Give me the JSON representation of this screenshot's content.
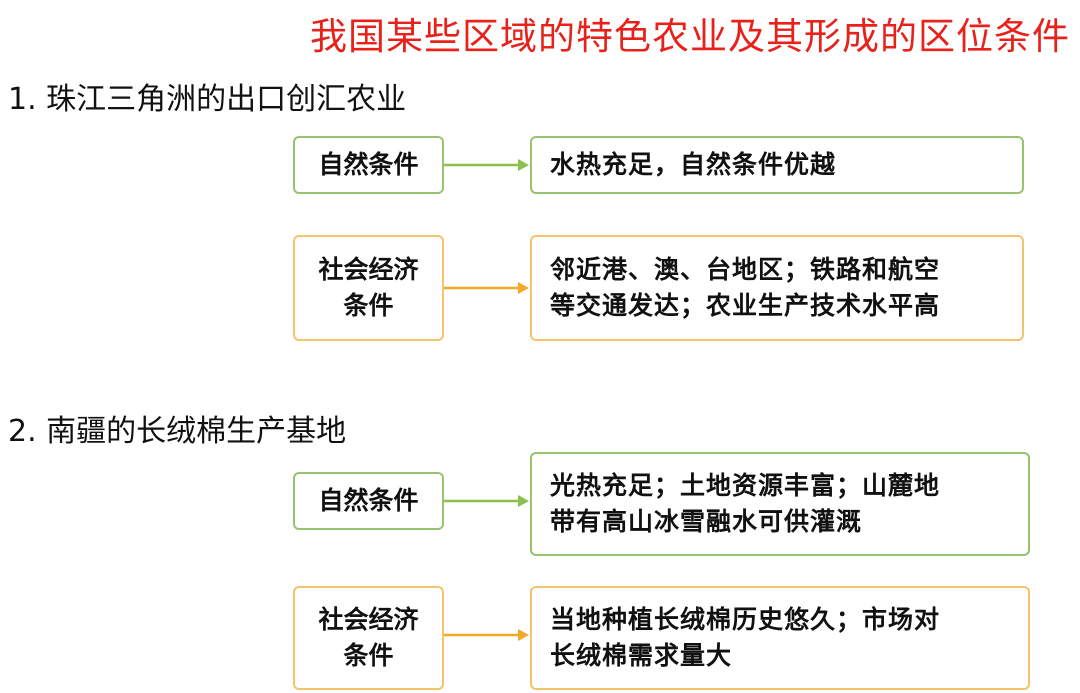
{
  "title": "我国某些区域的特色农业及其形成的区位条件",
  "colors": {
    "title": "#e8221b",
    "natural_border": "#97c26e",
    "social_border": "#f3c36e",
    "natural_arrow": "#8cbf4e",
    "social_arrow": "#f0a92a"
  },
  "sections": [
    {
      "title": "1. 珠江三角洲的出口创汇农业",
      "natural_label": "自然条件",
      "natural_text": "水热充足，自然条件优越",
      "social_label_line1": "社会经济",
      "social_label_line2": "条件",
      "social_text_line1": "邻近港、澳、台地区；铁路和航空",
      "social_text_line2": "等交通发达；农业生产技术水平高"
    },
    {
      "title": "2. 南疆的长绒棉生产基地",
      "natural_label": "自然条件",
      "natural_text_line1": "光热充足；土地资源丰富；山麓地",
      "natural_text_line2": "带有高山冰雪融水可供灌溉",
      "social_label_line1": "社会经济",
      "social_label_line2": "条件",
      "social_text_line1": "当地种植长绒棉历史悠久；市场对",
      "social_text_line2": "长绒棉需求量大"
    }
  ]
}
